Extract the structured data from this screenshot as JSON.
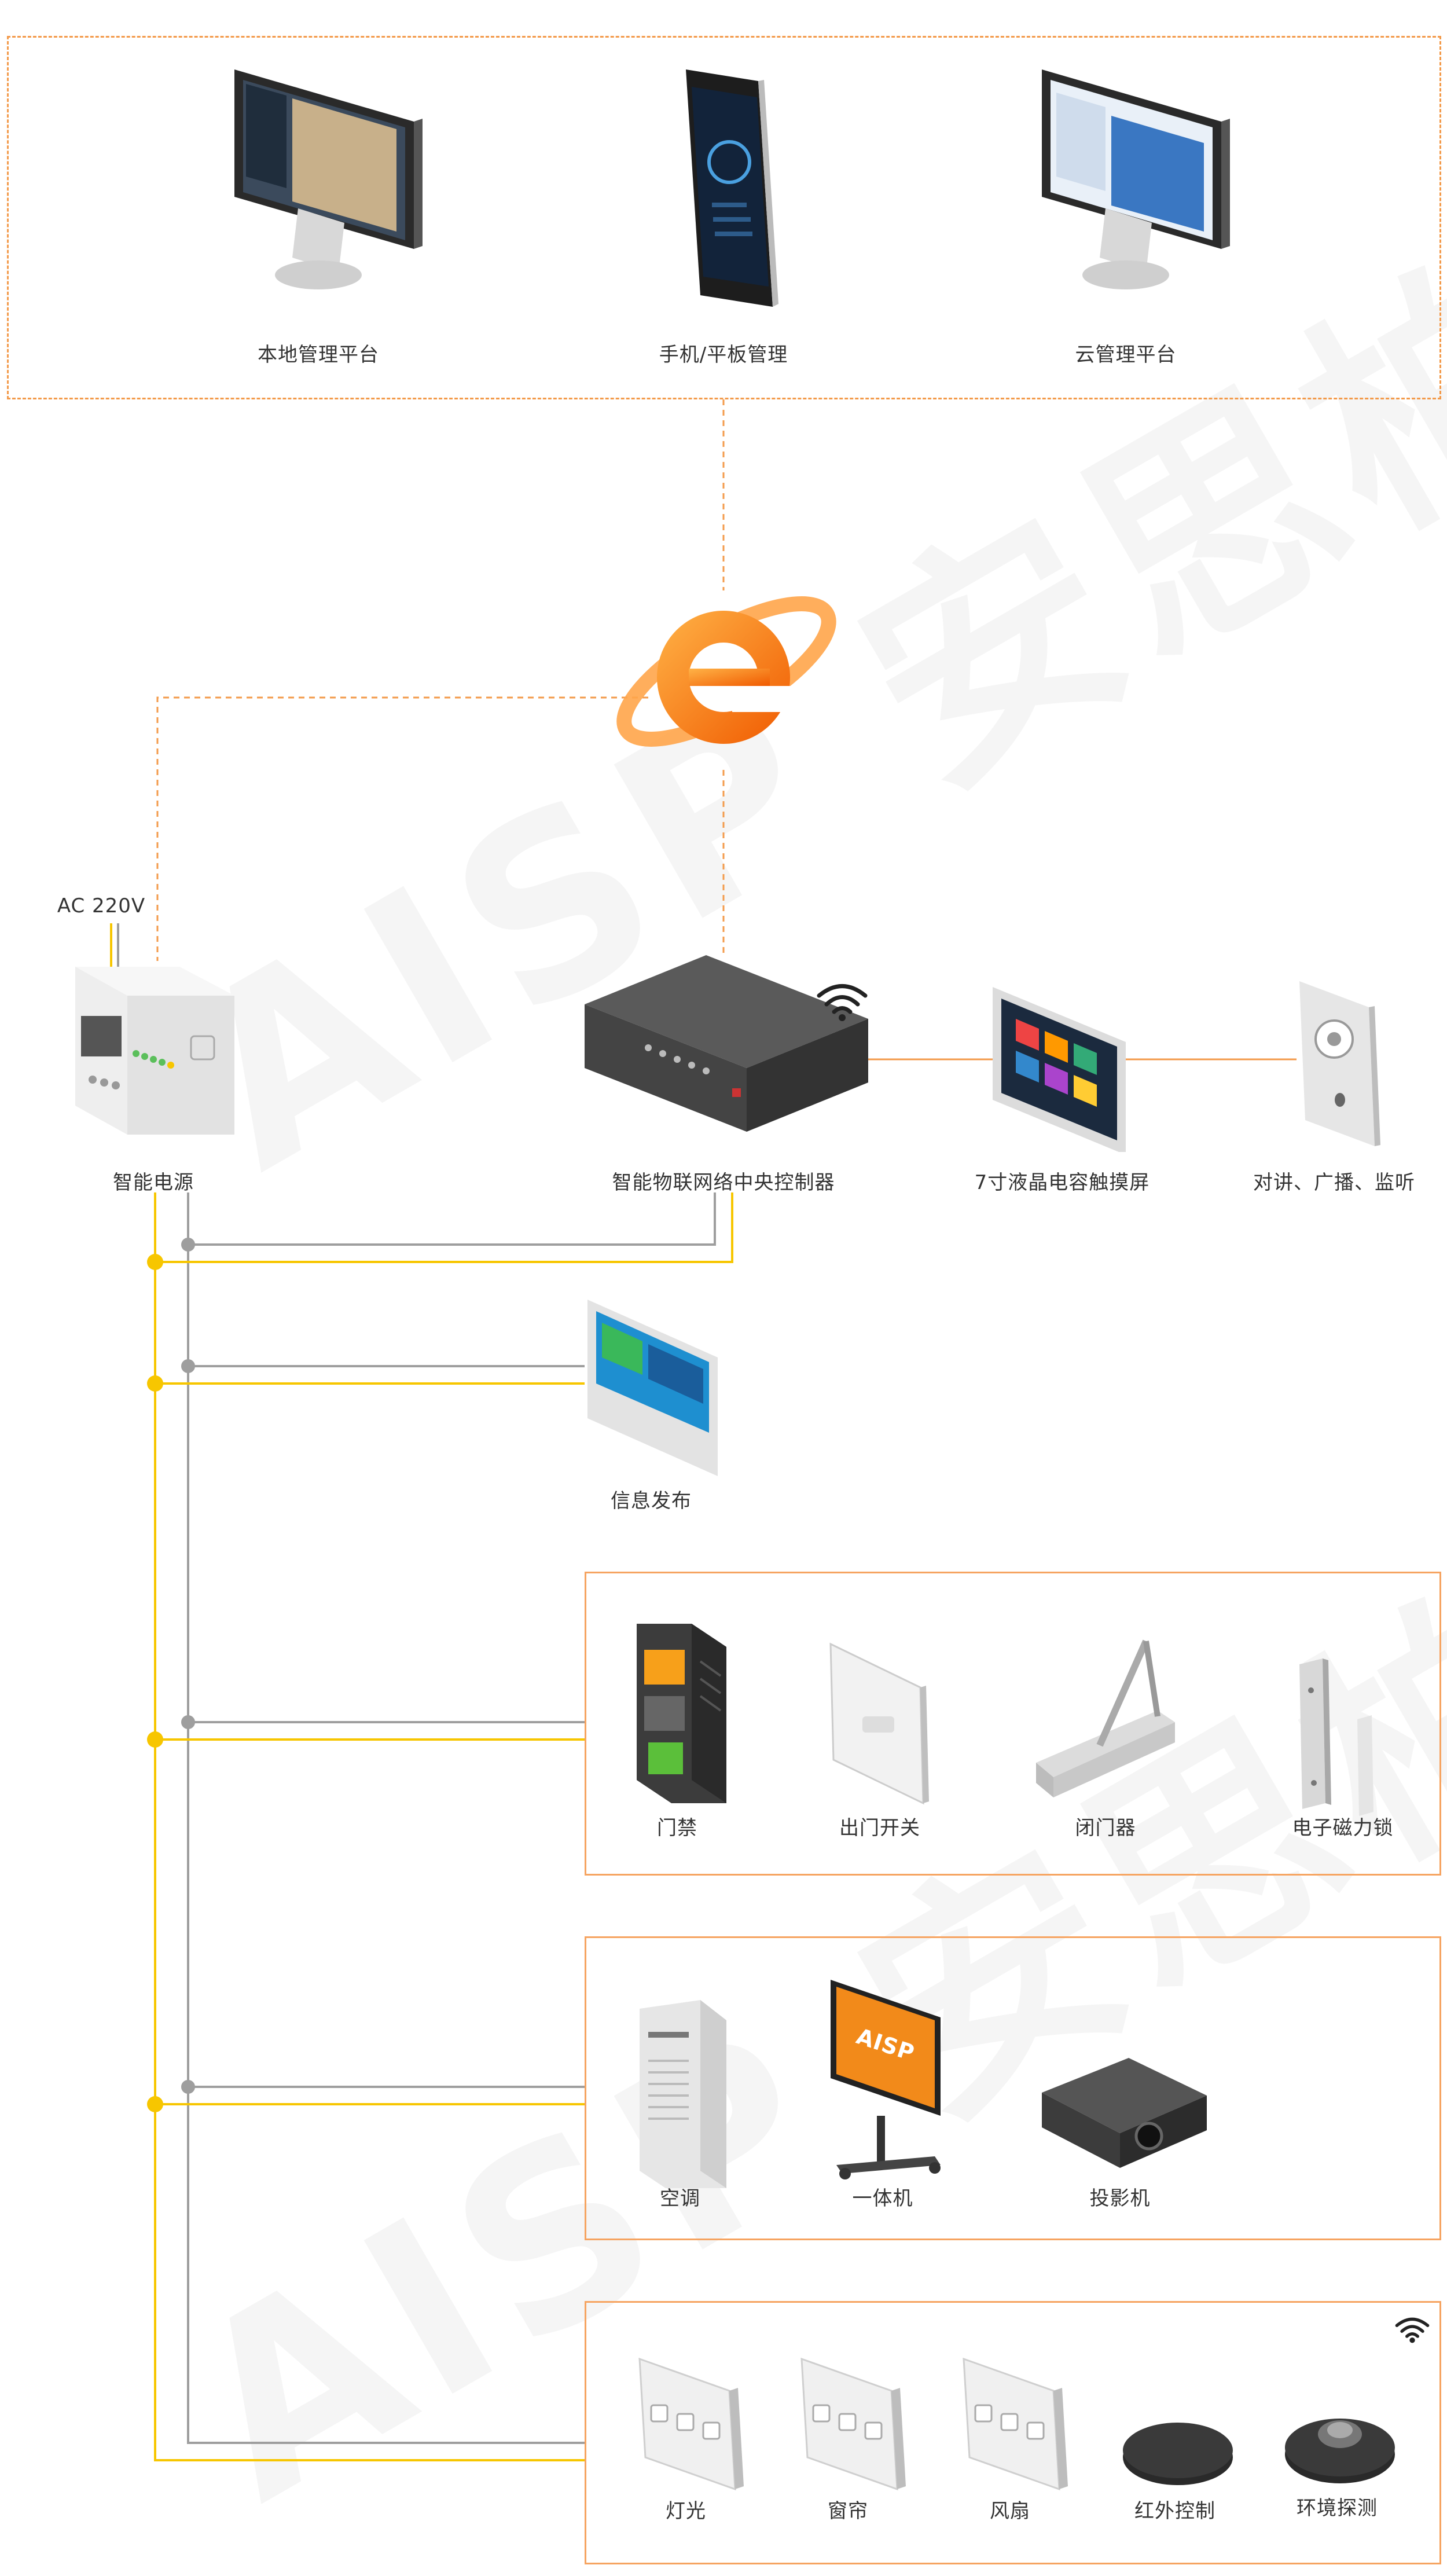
{
  "top_group": {
    "local_platform": "本地管理平台",
    "mobile_platform": "手机/平板管理",
    "cloud_platform": "云管理平台"
  },
  "power": {
    "ac_label": "AC 220V",
    "smart_power": "智能电源"
  },
  "controller_row": {
    "controller": "智能物联网络中央控制器",
    "touch_screen": "7寸液晶电容触摸屏",
    "intercom": "对讲、广播、监听"
  },
  "info_release": "信息发布",
  "access_group": {
    "access_control": "门禁",
    "exit_switch": "出门开关",
    "door_closer": "闭门器",
    "magnetic_lock": "电子磁力锁"
  },
  "av_group": {
    "air_conditioner": "空调",
    "all_in_one": "一体机",
    "projector": "投影机"
  },
  "env_group": {
    "light": "灯光",
    "curtain": "窗帘",
    "fan": "风扇",
    "ir_control": "红外控制",
    "env_sensor": "环境探测"
  },
  "brand": {
    "watermark": "AISP 安思柏",
    "screen_logo": "AISP"
  },
  "colors": {
    "orange_line": "#f39a4a",
    "yellow_bus": "#f7c600",
    "gray_bus": "#9e9e9e",
    "device_dark": "#4a4a4a"
  }
}
